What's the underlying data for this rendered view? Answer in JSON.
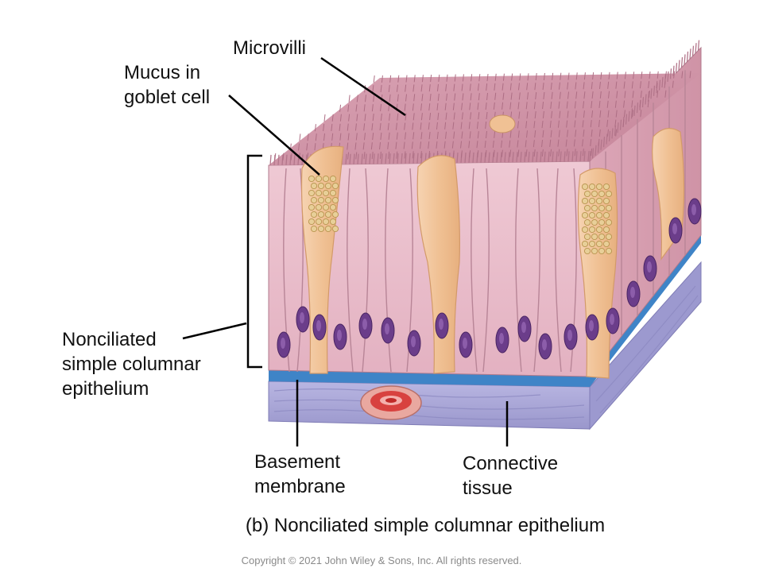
{
  "labels": {
    "microvilli": "Microvilli",
    "mucus": "Mucus in\ngoblet cell",
    "epithelium": "Nonciliated\nsimple columnar\nepithelium",
    "basement": "Basement\nmembrane",
    "connective": "Connective\ntissue"
  },
  "caption": "(b) Nonciliated simple columnar epithelium",
  "copyright": "Copyright © 2021 John Wiley & Sons, Inc. All rights reserved.",
  "colors": {
    "cell_fill": "#e8bfcc",
    "cell_border": "#b07a8c",
    "microvilli": "#c98aa0",
    "goblet_cell": "#f3c9a0",
    "mucus_granule": "#d8b878",
    "nucleus": "#6b3d8a",
    "basement_membrane": "#3f84c7",
    "connective_tissue": "#a9a6d6",
    "blood_vessel": "#d8423f"
  }
}
